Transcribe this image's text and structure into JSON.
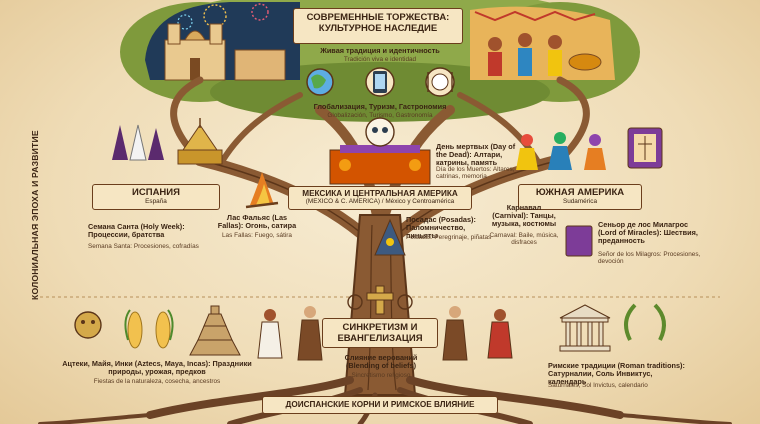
{
  "side_label": "КОЛОНИАЛЬНАЯ ЭПОХА И РАЗВИТИЕ",
  "top": {
    "title_line1": "СОВРЕМЕННЫЕ ТОРЖЕСТВА:",
    "title_line2": "КУЛЬТУРНОЕ НАСЛЕДИЕ",
    "living_ru": "Живая традиция и идентичность",
    "living_es": "Tradición viva e identidad",
    "global_ru": "Глобализация, Туризм, Гастрономия",
    "global_es": "Globalización, Turismo, Gastronomía"
  },
  "spain": {
    "banner": "ИСПАНИЯ",
    "banner_sub": "España",
    "semana_ru": "Семана Санта (Holy Week): Процессии, братства",
    "semana_es": "Semana Santa: Procesiones, cofradías",
    "fallas_ru": "Лас Фальяс (Las Fallas): Огонь, сатира",
    "fallas_es": "Las Fallas: Fuego, sátira"
  },
  "mexico": {
    "banner": "МЕКСИКА И ЦЕНТРАЛЬНАЯ АМЕРИКА",
    "banner_sub": "(MEXICO & C. AMERICA) / México y Centroamérica",
    "muertos_ru": "День мертвых (Day of the Dead): Алтари, катрины, память",
    "muertos_es": "Día de los Muertos: Altares, catrinas, memoria",
    "posadas_ru": "Посадас (Posadas): Паломничество, пиньяты",
    "posadas_es": "Posadas: Peregrinaje, piñatas"
  },
  "south": {
    "banner": "ЮЖНАЯ АМЕРИКА",
    "banner_sub": "Sudamérica",
    "carnaval_ru": "Карнавал (Carnival): Танцы, музыка, костюмы",
    "carnaval_es": "Carnaval: Baile, música, disfraces",
    "milagros_ru": "Сеньор де лос Милагрос (Lord of Miracles): Шествия, преданность",
    "milagros_es": "Señor de los Milagros: Procesiones, devoción"
  },
  "center": {
    "banner_line1": "СИНКРЕТИЗМ И",
    "banner_line2": "ЕВАНГЕЛИЗАЦИЯ",
    "blend_ru": "Слияние верований (Blending of beliefs)",
    "blend_es": "Sincretismo religioso"
  },
  "roots": {
    "aztec_ru": "Ацтеки, Майя, Инки (Aztecs, Maya, Incas): Праздники природы, урожая, предков",
    "aztec_es": "Fiestas de la naturaleza, cosecha, ancestros",
    "roman_ru": "Римские традиции (Roman traditions): Сатурналии, Соль Инвиктус, календарь",
    "roman_es": "Saturnales, Sol Invictus, calendario",
    "banner": "ДОИСПАНСКИЕ КОРНИ И РИМСКОЕ ВЛИЯНИЕ"
  },
  "colors": {
    "trunk": "#8a5a33",
    "trunk_dark": "#5b3519",
    "canopy": "#7f9a3c",
    "banner_fill": "#f6e6c3",
    "ink": "#3b2413"
  }
}
